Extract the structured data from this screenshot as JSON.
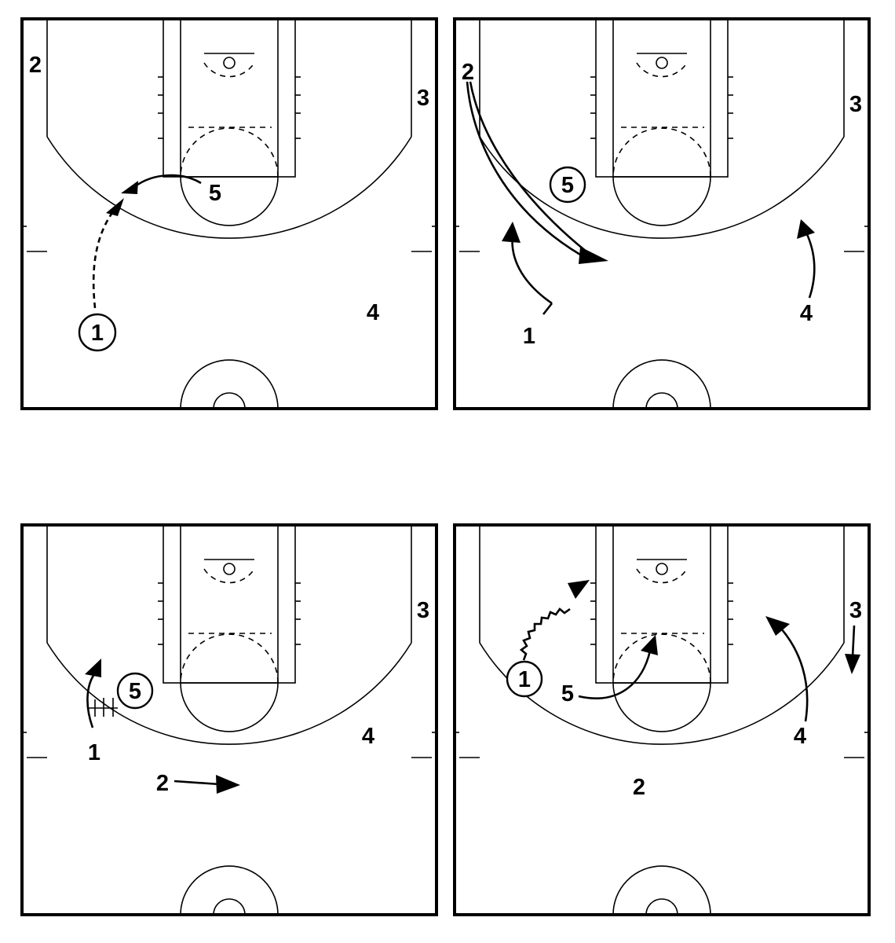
{
  "diagrams": [
    {
      "players": [
        "2",
        "3",
        "5",
        "4",
        "1"
      ]
    },
    {
      "players": [
        "2",
        "3",
        "5",
        "1",
        "4"
      ]
    },
    {
      "players": [
        "3",
        "5",
        "1",
        "4",
        "2"
      ]
    },
    {
      "players": [
        "3",
        "1",
        "5",
        "4",
        "2"
      ]
    }
  ],
  "colors": {
    "lines": "#000000",
    "background": "#ffffff"
  }
}
